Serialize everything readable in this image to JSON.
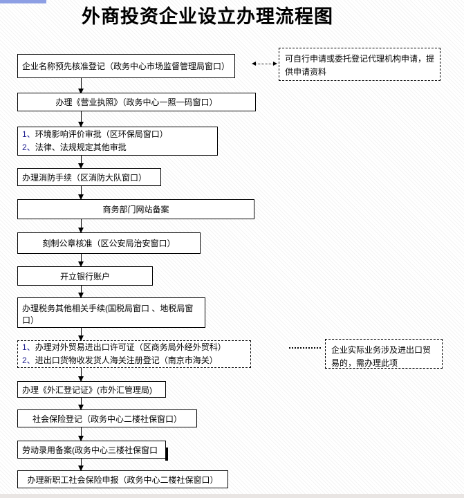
{
  "title": "外商投资企业设立办理流程图",
  "colors": {
    "number_accent": "#1b1b8e",
    "top_bar": "#8d9fe4",
    "bottom_bar": "#e9e5e3"
  },
  "flow": {
    "boxes": [
      {
        "label": "企业名称预先核准登记（政务中心市场监督管理局窗口）"
      },
      {
        "label": "办理《营业执照》（政务中心一照一码窗口）"
      },
      {
        "lines": [
          {
            "num": "1、",
            "text": "环境影响评价审批（区环保局窗口）"
          },
          {
            "num": "2、",
            "text": "法律、法规规定其他审批"
          }
        ]
      },
      {
        "label": "办理消防手续（区消防大队窗口）"
      },
      {
        "label": "商务部门网站备案"
      },
      {
        "label": "刻制公章核准（区公安局治安窗口）"
      },
      {
        "label": "开立银行账户"
      },
      {
        "label": "办理税务其他相关手续(国税局窗口 、地税局窗口）"
      },
      {
        "lines": [
          {
            "num": "1、",
            "text": "办理对外贸易进出口许可证（区商务局外经外贸科）"
          },
          {
            "num": "2、",
            "text": "进出口货物收发货人海关注册登记（南京市海关）"
          }
        ]
      },
      {
        "label": "办理《外汇登记证》(市外汇管理局)"
      },
      {
        "label": "社会保险登记（政务中心二楼社保窗口）"
      },
      {
        "label": "劳动录用备案(政务中心三楼社保窗口"
      },
      {
        "label": "办理新职工社会保险申报（政务中心二楼社保窗口）"
      }
    ]
  },
  "notes": [
    {
      "text": "可自行申请或委托登记代理机构申请，提供申请资料"
    },
    {
      "text": "企业实际业务涉及进出口贸易的，需办理此项"
    }
  ]
}
